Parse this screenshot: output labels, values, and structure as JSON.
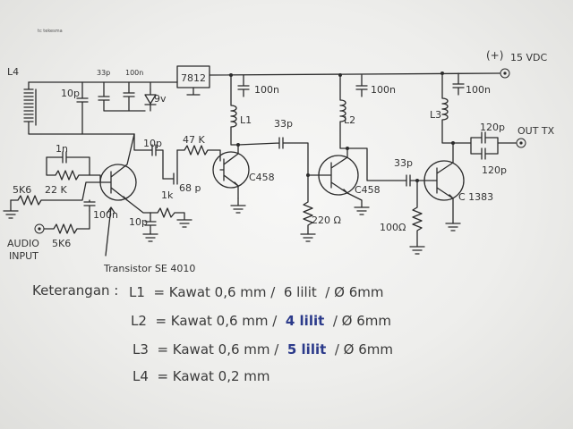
{
  "caption_small": "tc tekesma",
  "supply": {
    "polarity": "(+)",
    "voltage": "15 VDC"
  },
  "output_label": "OUT TX",
  "audio_input": {
    "line1": "AUDIO",
    "line2": "INPUT"
  },
  "transistor_note": "Transistor  SE 4010",
  "regulator": "7812",
  "components": {
    "l4": "L4",
    "c33p_top": "33p",
    "c100n_top": "100n",
    "c10p_a": "10p",
    "c9v": "9v",
    "c1n": "1n",
    "r22k": "22 K",
    "r5k6_a": "5K6",
    "r5k6_b": "5K6",
    "c100n_b": "100n",
    "c10p_b": "10p",
    "c10p_c": "10p",
    "r47k": "47 K",
    "c68p": "68 p",
    "r1k": "1k",
    "l1": "L1",
    "c100n_c": "100n",
    "q2": "C458",
    "c33p_b": "33p",
    "r220": "220 Ω",
    "l2": "L2",
    "c100n_d": "100n",
    "q3": "C458",
    "c33p_c": "33p",
    "r100": "100Ω",
    "l3": "L3",
    "c100n_e": "100n",
    "c120p_a": "120p",
    "c120p_b": "120p",
    "q4": "C 1383"
  },
  "notes": {
    "heading": "Keterangan :",
    "rows": [
      {
        "coil": "L1",
        "wire": "= Kawat  0,6 mm",
        "turns": "6 lilit",
        "dia": "/  Ø  6mm"
      },
      {
        "coil": "L2",
        "wire": "= Kawat  0,6 mm",
        "turns": "4 lilit",
        "dia": "/  Ø  6mm"
      },
      {
        "coil": "L3",
        "wire": "= Kawat  0,6 mm",
        "turns": "5 lilit",
        "dia": "/  Ø  6mm"
      },
      {
        "coil": "L4",
        "wire": "= Kawat  0,2 mm",
        "turns": "",
        "dia": ""
      }
    ]
  }
}
